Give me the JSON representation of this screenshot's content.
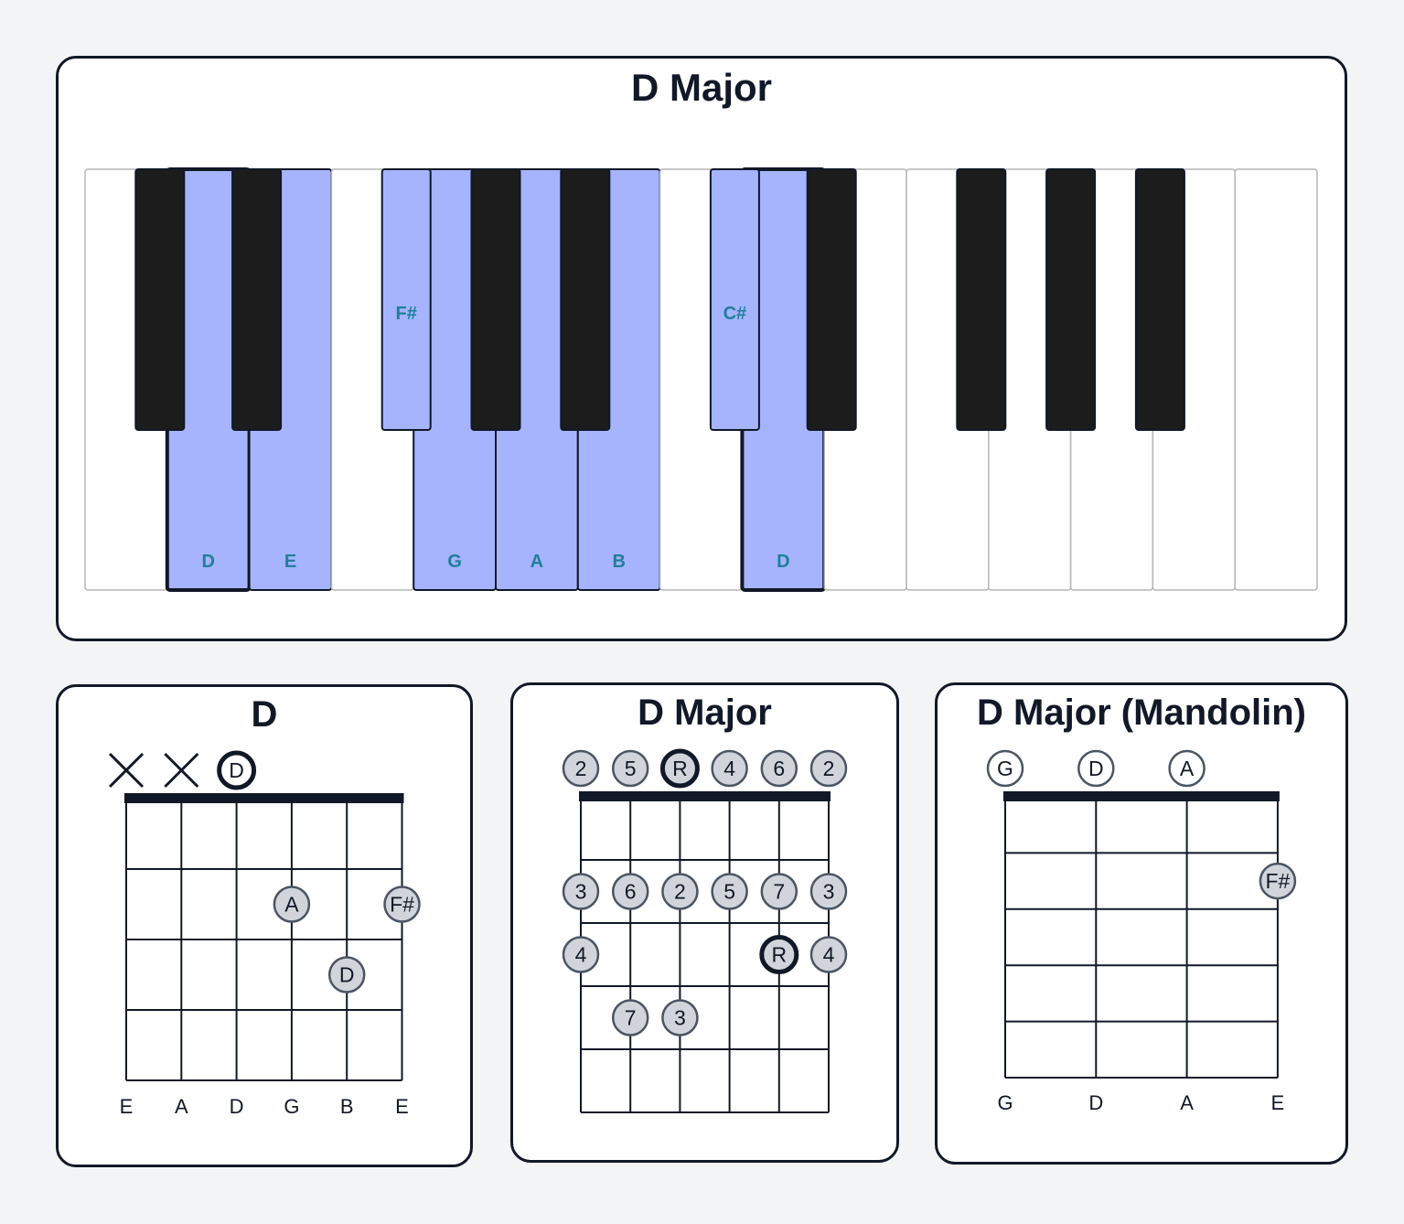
{
  "piano": {
    "title": "D Major",
    "highlight_color": "#a5b4fc",
    "label_color": "#1f7f9a",
    "white_keys": [
      {
        "note": "C",
        "on": false,
        "label": ""
      },
      {
        "note": "D",
        "on": true,
        "label": "D",
        "root": true
      },
      {
        "note": "E",
        "on": true,
        "label": "E"
      },
      {
        "note": "F",
        "on": false,
        "label": ""
      },
      {
        "note": "G",
        "on": true,
        "label": "G"
      },
      {
        "note": "A",
        "on": true,
        "label": "A"
      },
      {
        "note": "B",
        "on": true,
        "label": "B"
      },
      {
        "note": "C",
        "on": false,
        "label": ""
      },
      {
        "note": "D",
        "on": true,
        "label": "D",
        "root": true
      },
      {
        "note": "E",
        "on": false,
        "label": ""
      },
      {
        "note": "F",
        "on": false,
        "label": ""
      },
      {
        "note": "G",
        "on": false,
        "label": ""
      },
      {
        "note": "A",
        "on": false,
        "label": ""
      },
      {
        "note": "B",
        "on": false,
        "label": ""
      },
      {
        "note": "C",
        "on": false,
        "label": ""
      }
    ],
    "black_keys": [
      {
        "note": "C#",
        "after": 0,
        "on": false,
        "label": ""
      },
      {
        "note": "D#",
        "after": 1,
        "on": false,
        "label": ""
      },
      {
        "note": "F#",
        "after": 3,
        "on": true,
        "label": "F#"
      },
      {
        "note": "G#",
        "after": 4,
        "on": false,
        "label": ""
      },
      {
        "note": "A#",
        "after": 5,
        "on": false,
        "label": ""
      },
      {
        "note": "C#",
        "after": 7,
        "on": true,
        "label": "C#"
      },
      {
        "note": "D#",
        "after": 8,
        "on": false,
        "label": ""
      },
      {
        "note": "F#",
        "after": 10,
        "on": false,
        "label": ""
      },
      {
        "note": "G#",
        "after": 11,
        "on": false,
        "label": ""
      },
      {
        "note": "A#",
        "after": 12,
        "on": false,
        "label": ""
      }
    ]
  },
  "guitar_chord": {
    "title": "D",
    "strings": [
      "E",
      "A",
      "D",
      "G",
      "B",
      "E"
    ],
    "frets": 4,
    "open_markers": [
      {
        "string": 0,
        "type": "mute"
      },
      {
        "string": 1,
        "type": "mute"
      },
      {
        "string": 2,
        "type": "root-open",
        "label": "D"
      }
    ],
    "dots": [
      {
        "string": 3,
        "fret": 2,
        "label": "A"
      },
      {
        "string": 5,
        "fret": 2,
        "label": "F#"
      },
      {
        "string": 4,
        "fret": 3,
        "label": "D"
      }
    ]
  },
  "guitar_scale": {
    "title": "D Major",
    "strings": 6,
    "frets": 5,
    "open": [
      {
        "string": 0,
        "label": "2"
      },
      {
        "string": 1,
        "label": "5"
      },
      {
        "string": 2,
        "label": "R",
        "root": true
      },
      {
        "string": 3,
        "label": "4"
      },
      {
        "string": 4,
        "label": "6"
      },
      {
        "string": 5,
        "label": "2"
      }
    ],
    "dots": [
      {
        "string": 0,
        "fret": 2,
        "label": "3"
      },
      {
        "string": 1,
        "fret": 2,
        "label": "6"
      },
      {
        "string": 2,
        "fret": 2,
        "label": "2"
      },
      {
        "string": 3,
        "fret": 2,
        "label": "5"
      },
      {
        "string": 4,
        "fret": 2,
        "label": "7"
      },
      {
        "string": 5,
        "fret": 2,
        "label": "3"
      },
      {
        "string": 0,
        "fret": 3,
        "label": "4"
      },
      {
        "string": 4,
        "fret": 3,
        "label": "R",
        "root": true
      },
      {
        "string": 5,
        "fret": 3,
        "label": "4"
      },
      {
        "string": 1,
        "fret": 4,
        "label": "7"
      },
      {
        "string": 2,
        "fret": 4,
        "label": "3"
      }
    ]
  },
  "mandolin": {
    "title": "D Major (Mandolin)",
    "strings": [
      "G",
      "D",
      "A",
      "E"
    ],
    "frets": 5,
    "open": [
      {
        "string": 0,
        "label": "G"
      },
      {
        "string": 1,
        "label": "D"
      },
      {
        "string": 2,
        "label": "A"
      }
    ],
    "dots": [
      {
        "string": 3,
        "fret": 2,
        "label": "F#"
      }
    ]
  }
}
